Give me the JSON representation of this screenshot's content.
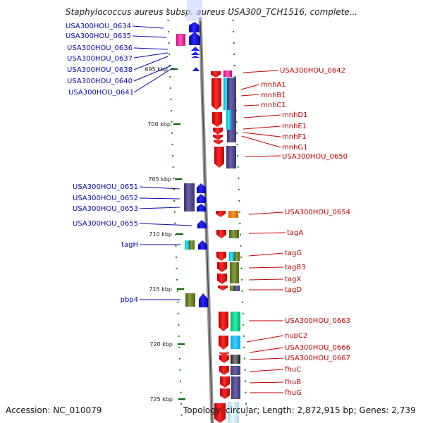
{
  "title": "Staphylococcus aureus subsp. aureus USA300_TCH1516, complete...",
  "footer": {
    "accession": "Accession: NC_010079",
    "topology": "Topology: circular; Length: 2,872,915 bp; Genes: 2,739"
  },
  "ticks": [
    "695 kbp",
    "700 kbp",
    "705 kbp",
    "710 kbp",
    "715 kbp",
    "720 kbp",
    "725 kbp"
  ],
  "left_labels": [
    "USA300HOU_0634",
    "USA300HOU_0635",
    "USA300HOU_0636",
    "USA300HOU_0637",
    "USA300HOU_0638",
    "USA300HOU_0640",
    "USA300HOU_0641",
    "USA300HOU_0651",
    "USA300HOU_0652",
    "USA300HOU_0653",
    "USA300HOU_0655",
    "tagH",
    "pbp4"
  ],
  "right_labels": [
    "USA300HOU_0642",
    "mnhA1",
    "mnhB1",
    "mnhC1",
    "mnhD1",
    "mnhE1",
    "mnhF1",
    "mnhG1",
    "USA300HOU_0650",
    "USA300HOU_0654",
    "tagA",
    "tagG",
    "tagB3",
    "tagX",
    "tagD",
    "USA300HOU_0663",
    "nupC2",
    "USA300HOU_0666",
    "USA300HOU_0667",
    "fhuC",
    "fhuB",
    "fhuG"
  ],
  "colors": {
    "forward": "#0000ee",
    "reverse": "#ee0000",
    "ticks": "#006600",
    "left_text": "#0a0aa8",
    "right_text": "#c00000"
  }
}
